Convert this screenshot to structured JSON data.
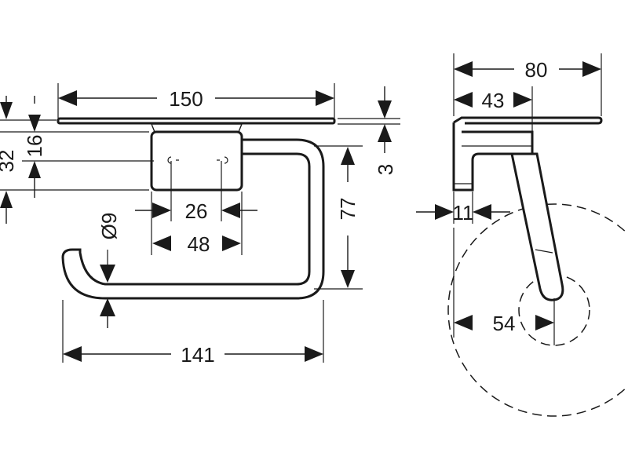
{
  "dimensions": {
    "width_150": "150",
    "height_32": "32",
    "height_16": "16",
    "thickness_3": "3",
    "depth_77": "77",
    "spacing_26": "26",
    "width_48": "48",
    "diameter_9": "Ø9",
    "length_141": "141",
    "width_80": "80",
    "width_43": "43",
    "offset_11": "11",
    "radius_54": "54"
  }
}
